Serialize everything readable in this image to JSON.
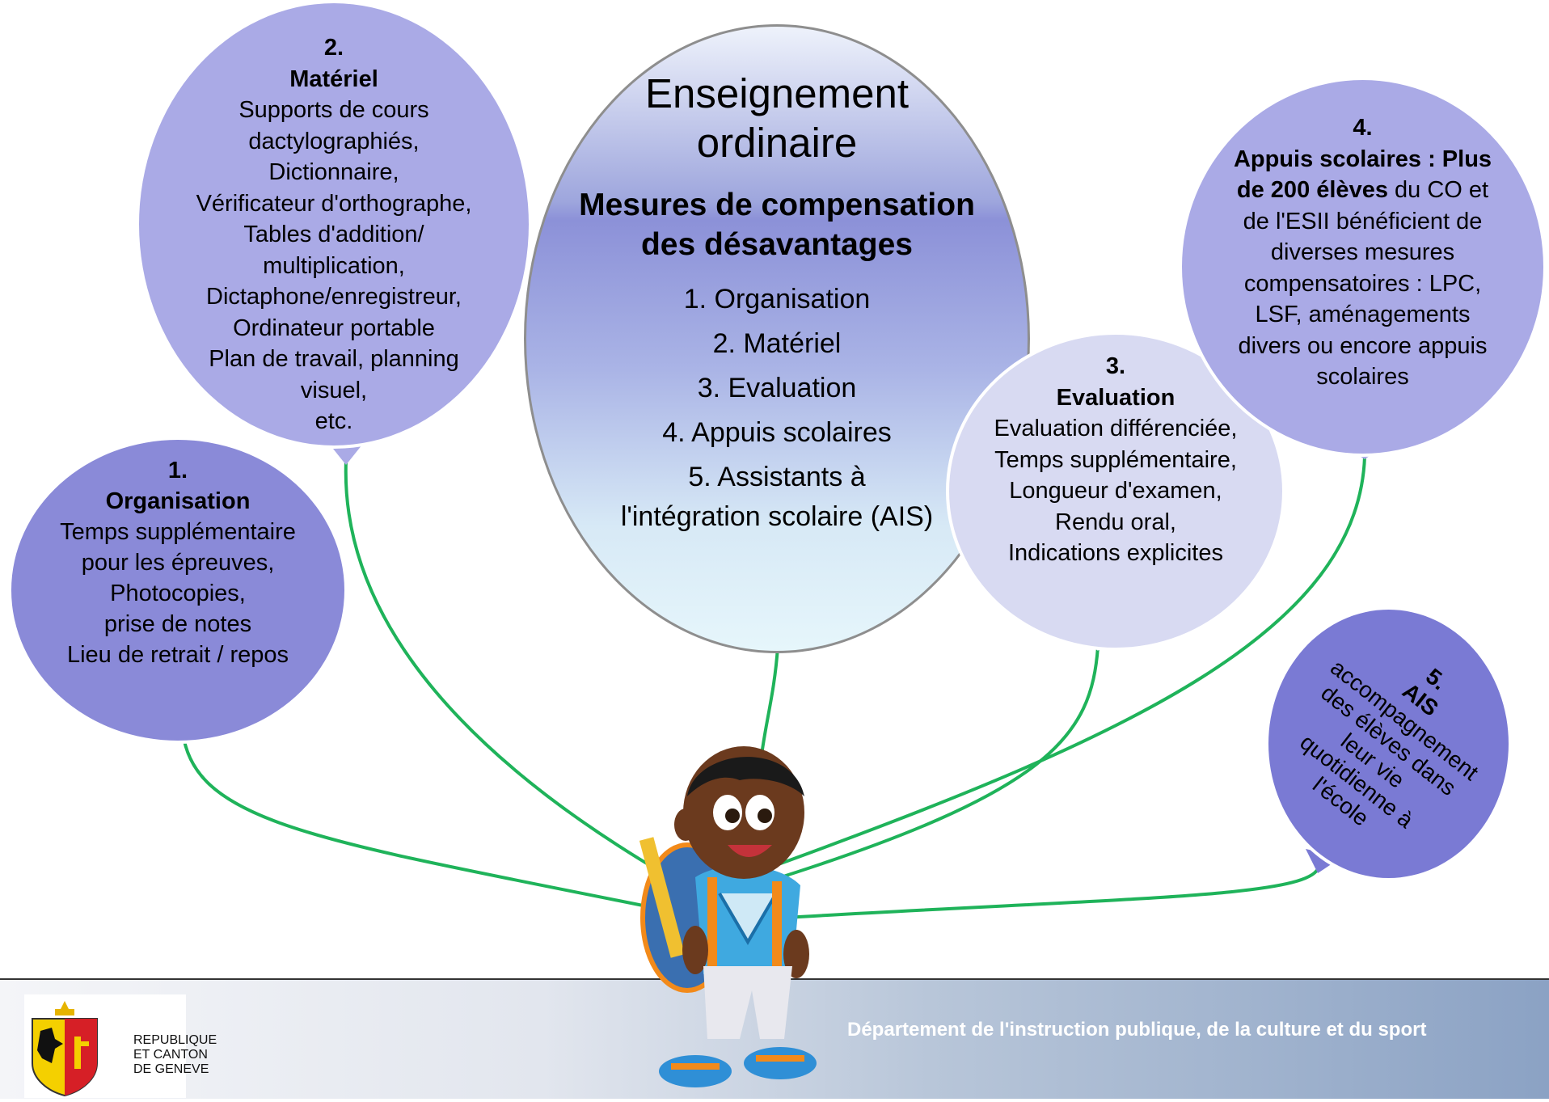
{
  "central": {
    "title_line1": "Enseignement",
    "title_line2": "ordinaire",
    "subtitle_line1": "Mesures de compensation",
    "subtitle_line2": "des désavantages",
    "items": [
      "1. Organisation",
      "2. Matériel",
      "3. Evaluation",
      "4. Appuis scolaires",
      "5. Assistants à",
      "l'intégration scolaire (AIS)"
    ]
  },
  "materiel": {
    "number": "2.",
    "heading": "Matériel",
    "lines": [
      "Supports de cours",
      "dactylographiés,",
      "Dictionnaire,",
      "Vérificateur d'orthographe,",
      "Tables d'addition/",
      "multiplication,",
      "Dictaphone/enregistreur,",
      "Ordinateur portable",
      "Plan de travail, planning",
      "visuel,",
      "etc."
    ]
  },
  "organisation": {
    "number": "1.",
    "heading": "Organisation",
    "lines": [
      "Temps supplémentaire",
      "pour les épreuves,",
      "Photocopies,",
      "prise de notes",
      "Lieu de retrait / repos"
    ]
  },
  "evaluation": {
    "number": "3.",
    "heading": "Evaluation",
    "lines": [
      "Evaluation différenciée,",
      "Temps supplémentaire,",
      "Longueur d'examen,",
      "Rendu oral,",
      "Indications explicites"
    ]
  },
  "appuis": {
    "number": "4.",
    "bold_line1": "Appuis scolaires : Plus",
    "bold_line2_part": "de 200 élèves",
    "line2_rest": " du CO et",
    "lines": [
      "de l'ESII bénéficient de",
      "diverses mesures",
      "compensatoires : LPC,",
      "LSF, aménagements",
      "divers ou encore appuis",
      "scolaires"
    ]
  },
  "ais": {
    "number": "5.",
    "heading": "AIS",
    "lines": [
      "accompagnement",
      "des élèves dans",
      "leur vie",
      "quotidienne à",
      "l'école"
    ]
  },
  "footer": {
    "logo_lines": [
      "REPUBLIQUE",
      "ET CANTON",
      "DE GENEVE"
    ],
    "department": "Département de l'instruction publique, de la culture et du sport"
  },
  "colors": {
    "connector": "#1fb35a",
    "balloon_dark": "#8a8ad8",
    "balloon_mid": "#aaaae6",
    "balloon_light": "#d8daf2",
    "balloon_ais": "#7a7ad4"
  }
}
